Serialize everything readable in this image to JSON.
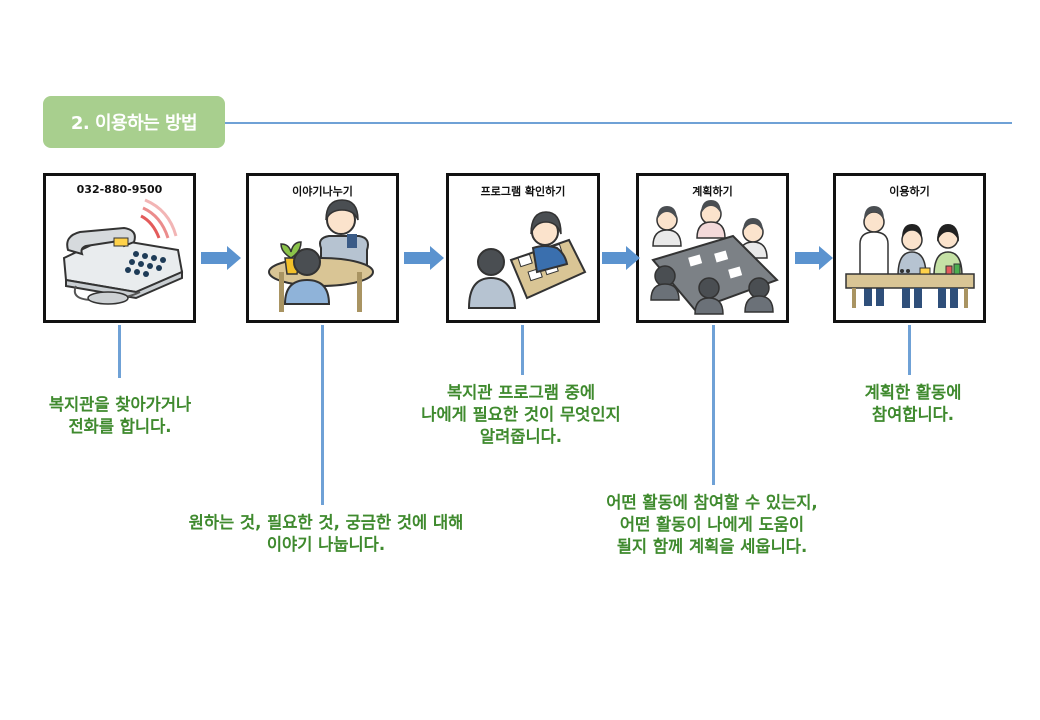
{
  "section": {
    "title": "2. 이용하는 방법"
  },
  "colors": {
    "badge": "#a8cf8e",
    "line": "#6fa1d6",
    "caption": "#3f8a2e",
    "arrow": "#5b93cf"
  },
  "steps": [
    {
      "title": "032-880-9500",
      "caption": [
        "복지관을 찾아가거나",
        "전화를 합니다."
      ],
      "icon": "telephone-icon"
    },
    {
      "title": "이야기나누기",
      "caption": [
        "원하는 것, 필요한 것, 궁금한 것에 대해",
        "이야기 나눕니다."
      ],
      "icon": "conversation-icon"
    },
    {
      "title": "프로그램 확인하기",
      "caption": [
        "복지관 프로그램 중에",
        "나에게 필요한 것이 무엇인지",
        "알려줍니다."
      ],
      "icon": "program-check-icon"
    },
    {
      "title": "계획하기",
      "caption": [
        "어떤 활동에 참여할 수 있는지,",
        "어떤 활동이 나에게 도움이",
        "될지 함께 계획을 세웁니다."
      ],
      "icon": "planning-meeting-icon"
    },
    {
      "title": "이용하기",
      "caption": [
        "계획한 활동에",
        "참여합니다."
      ],
      "icon": "activity-icon"
    }
  ]
}
